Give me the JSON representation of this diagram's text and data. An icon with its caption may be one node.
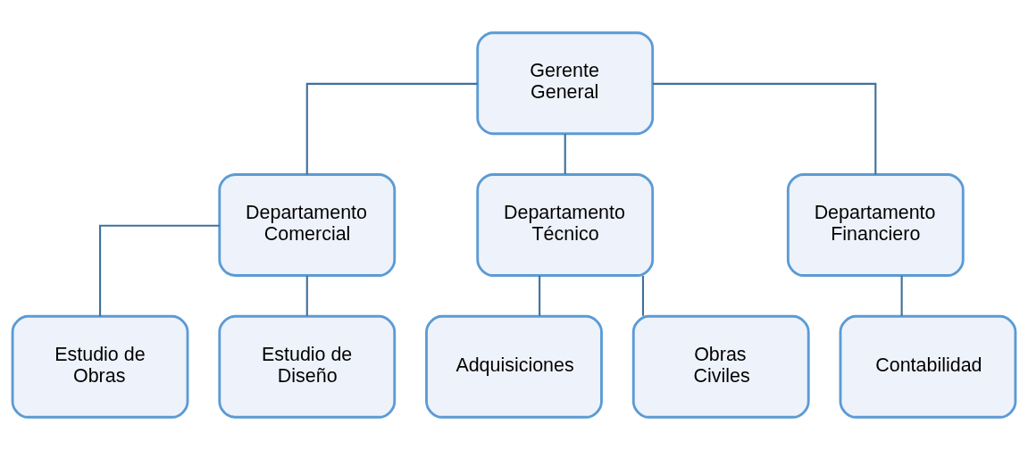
{
  "diagram": {
    "nodes": [
      {
        "text": [
          "Gerente General"
        ]
      },
      {
        "text": [
          "Departamento Comercial"
        ]
      },
      {
        "text": [
          "Departamento Técnico"
        ]
      },
      {
        "text": [
          "Departamento Financiero"
        ]
      },
      {
        "text": [
          "Estudio de Obras"
        ]
      },
      {
        "text": [
          "Estudio de Diseño"
        ]
      },
      {
        "text": [
          "Adquisiciones"
        ]
      },
      {
        "text": [
          "Obras Civiles"
        ]
      },
      {
        "text": [
          "Contabilidad"
        ]
      }
    ],
    "edges": [
      {
        "from": 0,
        "to": 1,
        "arrow": "none"
      },
      {
        "from": 0,
        "to": 2,
        "arrow": "none"
      },
      {
        "from": 0,
        "to": 3,
        "arrow": "none"
      },
      {
        "from": 1,
        "to": 4,
        "arrow": "none"
      },
      {
        "from": 1,
        "to": 5,
        "arrow": "none"
      },
      {
        "from": 2,
        "to": 6,
        "arrow": "none"
      },
      {
        "from": 2,
        "to": 7,
        "arrow": "none"
      },
      {
        "from": 3,
        "to": 8,
        "arrow": "none"
      }
    ]
  }
}
